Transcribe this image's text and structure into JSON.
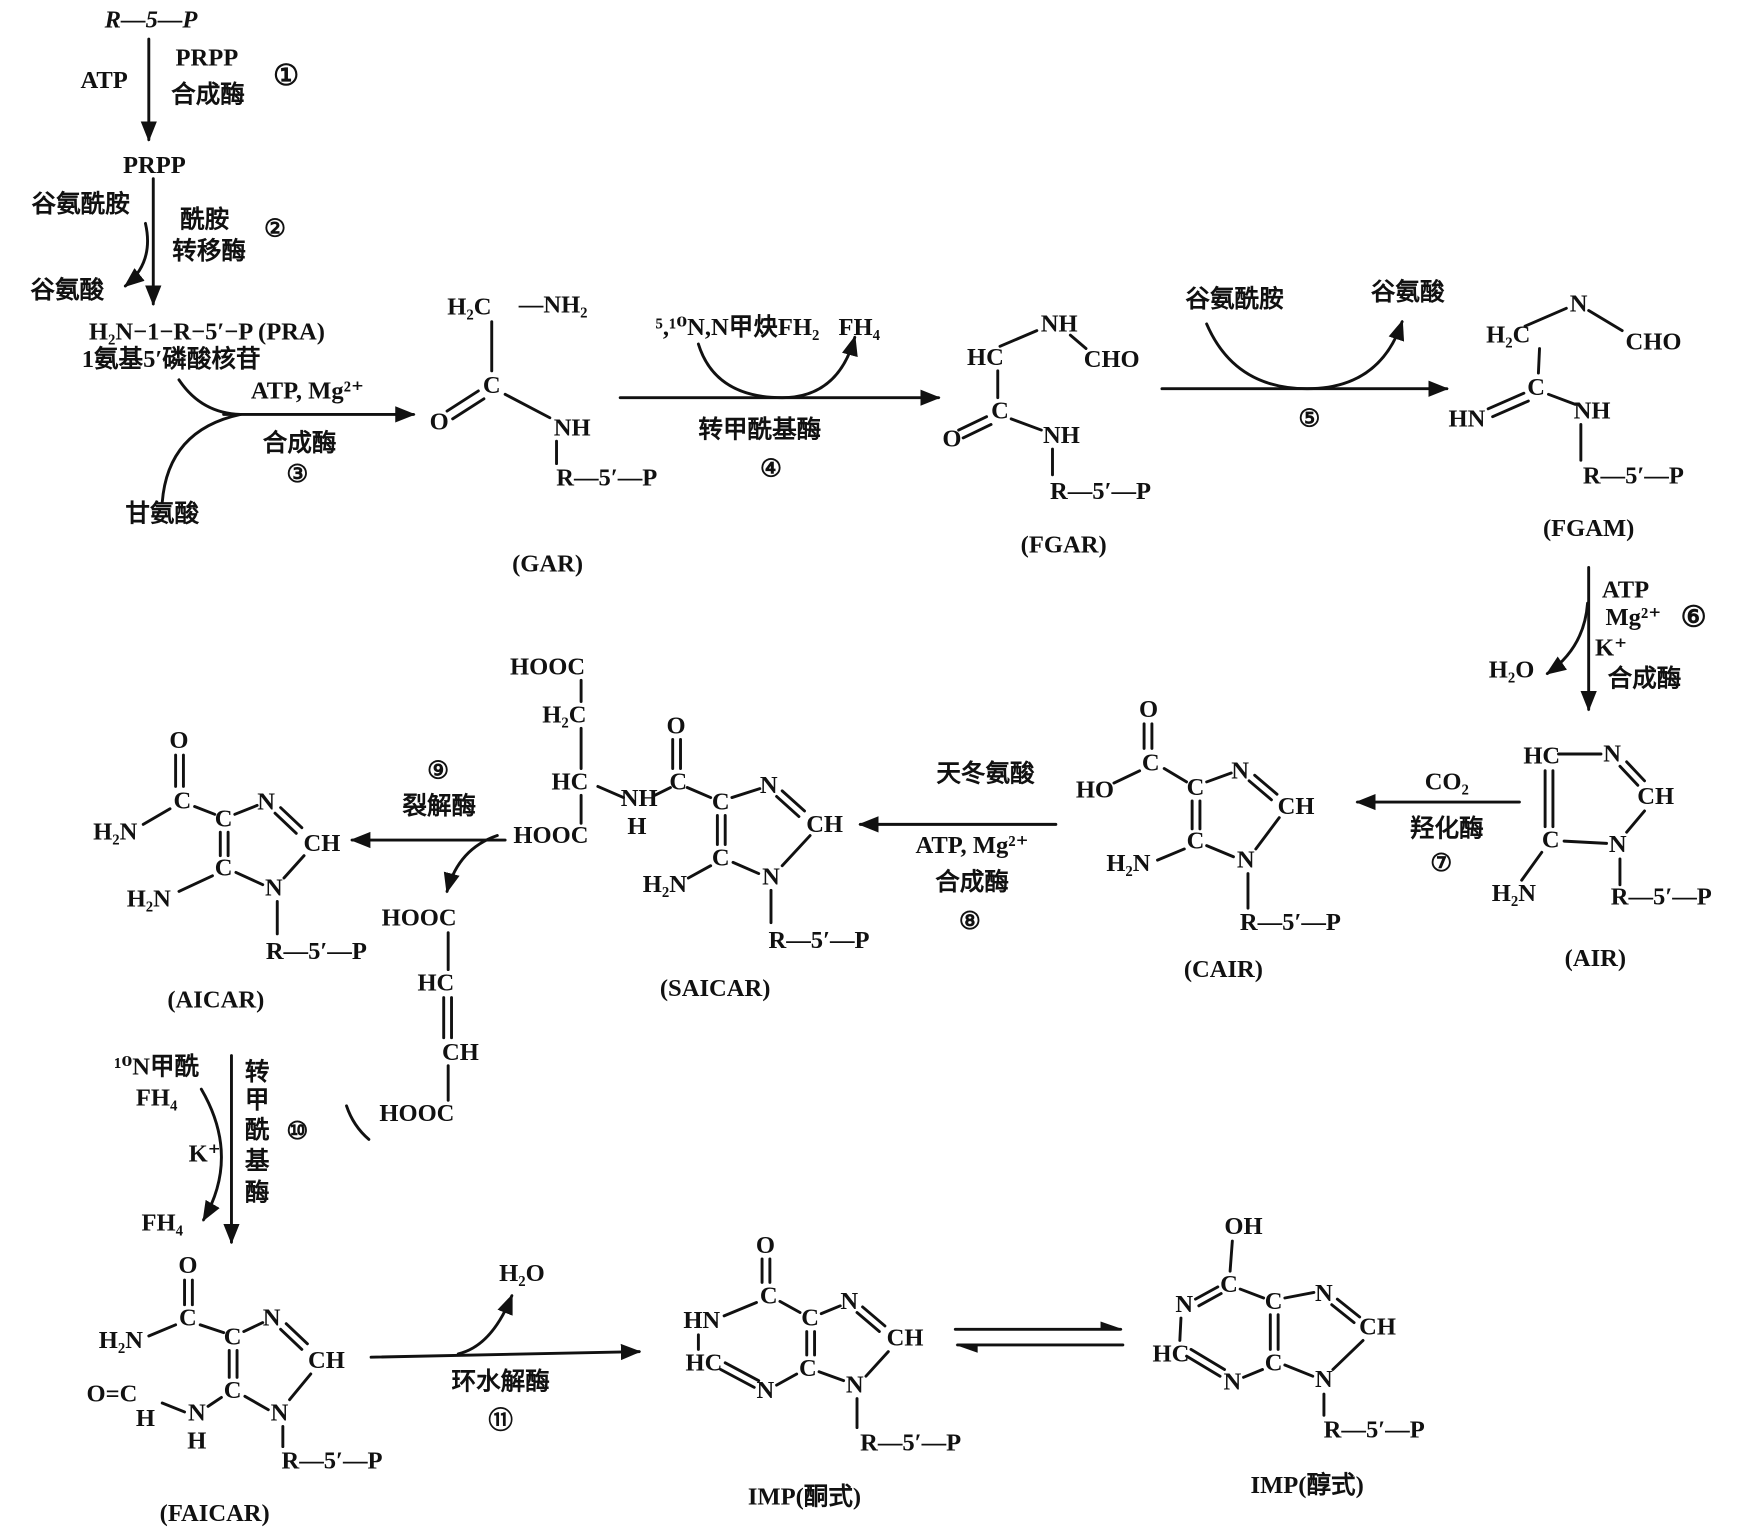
{
  "step1": {
    "substrate": "R—5—P",
    "cofactor": "ATP",
    "enzyme_line1": "PRPP",
    "enzyme_line2": "合成酶",
    "number": "①",
    "product": "PRPP"
  },
  "step2": {
    "cosubstrate": "谷氨酰胺",
    "byproduct": "谷氨酸",
    "enzyme_line1": "酰胺",
    "enzyme_line2": "转移酶",
    "number": "②",
    "product": "H₂N−1−R−5′−P (PRA)",
    "product_name": "1氨基5′磷酸核苷"
  },
  "step3": {
    "cofactor": "ATP, Mg²⁺",
    "enzyme": "合成酶",
    "number": "③",
    "cosubstrate": "甘氨酸"
  },
  "gar": {
    "atoms": [
      "H₂C",
      "—NH₂",
      "C",
      "O",
      "NH",
      "R—5′—P"
    ],
    "label": "(GAR)"
  },
  "step4": {
    "cosubstrate": "⁵,¹⁰N,N甲炔FH₂",
    "byproduct": "FH₄",
    "enzyme": "转甲酰基酶",
    "number": "④"
  },
  "fgar": {
    "atoms": [
      "HC",
      "NH",
      "CHO",
      "C",
      "O",
      "NH",
      "R—5′—P"
    ],
    "label": "(FGAR)"
  },
  "step5": {
    "cosubstrate": "谷氨酰胺",
    "byproduct": "谷氨酸",
    "number": "⑤"
  },
  "fgam": {
    "atoms": [
      "H₂C",
      "N",
      "CHO",
      "C",
      "HN",
      "NH",
      "R—5′—P"
    ],
    "label": "(FGAM)"
  },
  "step6": {
    "cofactor1": "ATP",
    "cofactor2": "Mg²⁺",
    "cofactor3": "K⁺",
    "enzyme": "合成酶",
    "number": "⑥",
    "byproduct": "H₂O"
  },
  "air": {
    "atoms": [
      "HC",
      "N",
      "CH",
      "C",
      "N",
      "H₂N",
      "R—5′—P"
    ],
    "label": "(AIR)"
  },
  "step7": {
    "cosubstrate": "CO₂",
    "enzyme": "羟化酶",
    "number": "⑦"
  },
  "cair": {
    "atoms": [
      "O",
      "C",
      "HO",
      "C",
      "N",
      "CH",
      "C",
      "N",
      "H₂N",
      "R—5′—P"
    ],
    "label": "(CAIR)"
  },
  "step8": {
    "cosubstrate": "天冬氨酸",
    "cofactor": "ATP, Mg²⁺",
    "enzyme": "合成酶",
    "number": "⑧"
  },
  "saicar": {
    "atoms": [
      "HOOC",
      "H₂C",
      "HC",
      "HOOC",
      "NH",
      "H",
      "C",
      "O",
      "C",
      "N",
      "CH",
      "C",
      "N",
      "H₂N",
      "R—5′—P"
    ],
    "label": "(SAICAR)"
  },
  "step9": {
    "number": "⑨",
    "enzyme": "裂解酶"
  },
  "fumarate": {
    "atoms": [
      "HOOC",
      "HC",
      "CH",
      "HOOC"
    ]
  },
  "aicar": {
    "atoms": [
      "O",
      "C",
      "H₂N",
      "C",
      "N",
      "CH",
      "C",
      "N",
      "H₂N",
      "R—5′—P"
    ],
    "label": "(AICAR)"
  },
  "step10": {
    "cosubstrate_line1": "¹⁰N甲酰",
    "cosubstrate_line2": "FH₄",
    "cofactor": "K⁺",
    "byproduct": "FH₄",
    "enzyme_chars": [
      "转",
      "甲",
      "酰",
      "基",
      "酶"
    ],
    "number": "⑩"
  },
  "faicar": {
    "atoms": [
      "O",
      "C",
      "H₂N",
      "C",
      "N",
      "CH",
      "C",
      "N",
      "O=C",
      "H",
      "N",
      "H",
      "R—5′—P"
    ],
    "label": "(FAICAR)"
  },
  "step11": {
    "byproduct": "H₂O",
    "enzyme": "环水解酶",
    "number": "⑪"
  },
  "imp_keto": {
    "atoms": [
      "O",
      "C",
      "HN",
      "C",
      "N",
      "CH",
      "HC",
      "N",
      "C",
      "N",
      "R—5′—P"
    ],
    "label": "IMP(酮式)"
  },
  "imp_enol": {
    "atoms": [
      "OH",
      "C",
      "N",
      "C",
      "N",
      "CH",
      "HC",
      "N",
      "C",
      "N",
      "R—5′—P"
    ],
    "label": "IMP(醇式)"
  }
}
